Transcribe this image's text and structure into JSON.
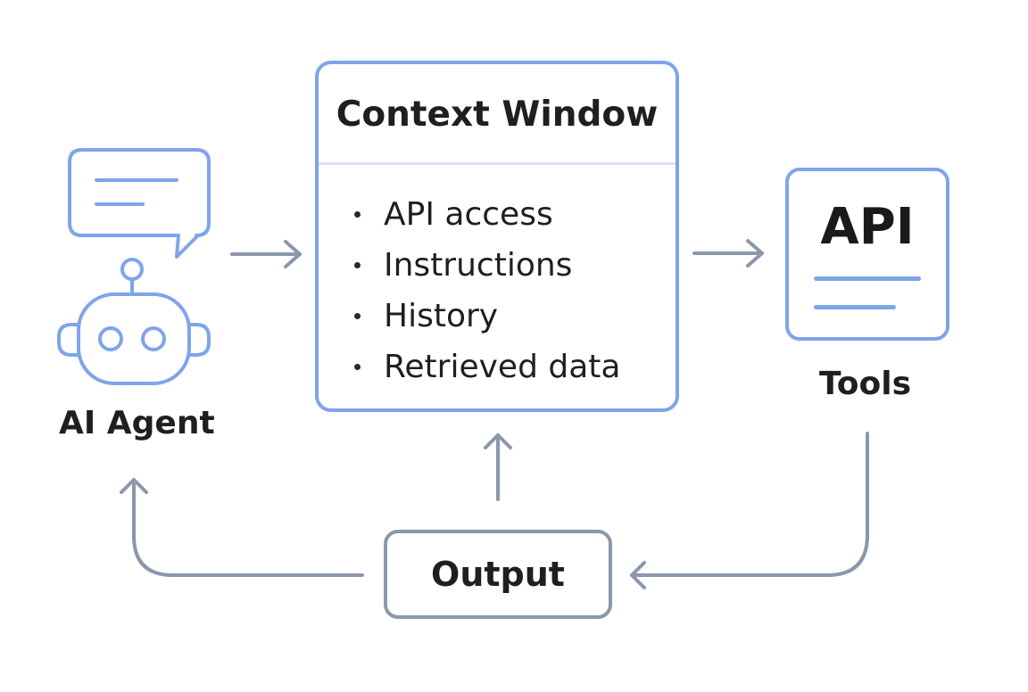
{
  "agent": {
    "label": "AI Agent",
    "icons": [
      "chat-bubble-icon",
      "robot-icon"
    ]
  },
  "context_window": {
    "title": "Context Window",
    "items": [
      "API access",
      "Instructions",
      "History",
      "Retrieved data"
    ]
  },
  "tools": {
    "api_text": "API",
    "label": "Tools",
    "icon": "api-document-icon"
  },
  "output": {
    "label": "Output"
  },
  "colors": {
    "accent_blue": "#7fa4ea",
    "arrow_gray": "#8b97ab",
    "text_dark": "#1f1f1f",
    "divider": "#d6e2f7"
  }
}
